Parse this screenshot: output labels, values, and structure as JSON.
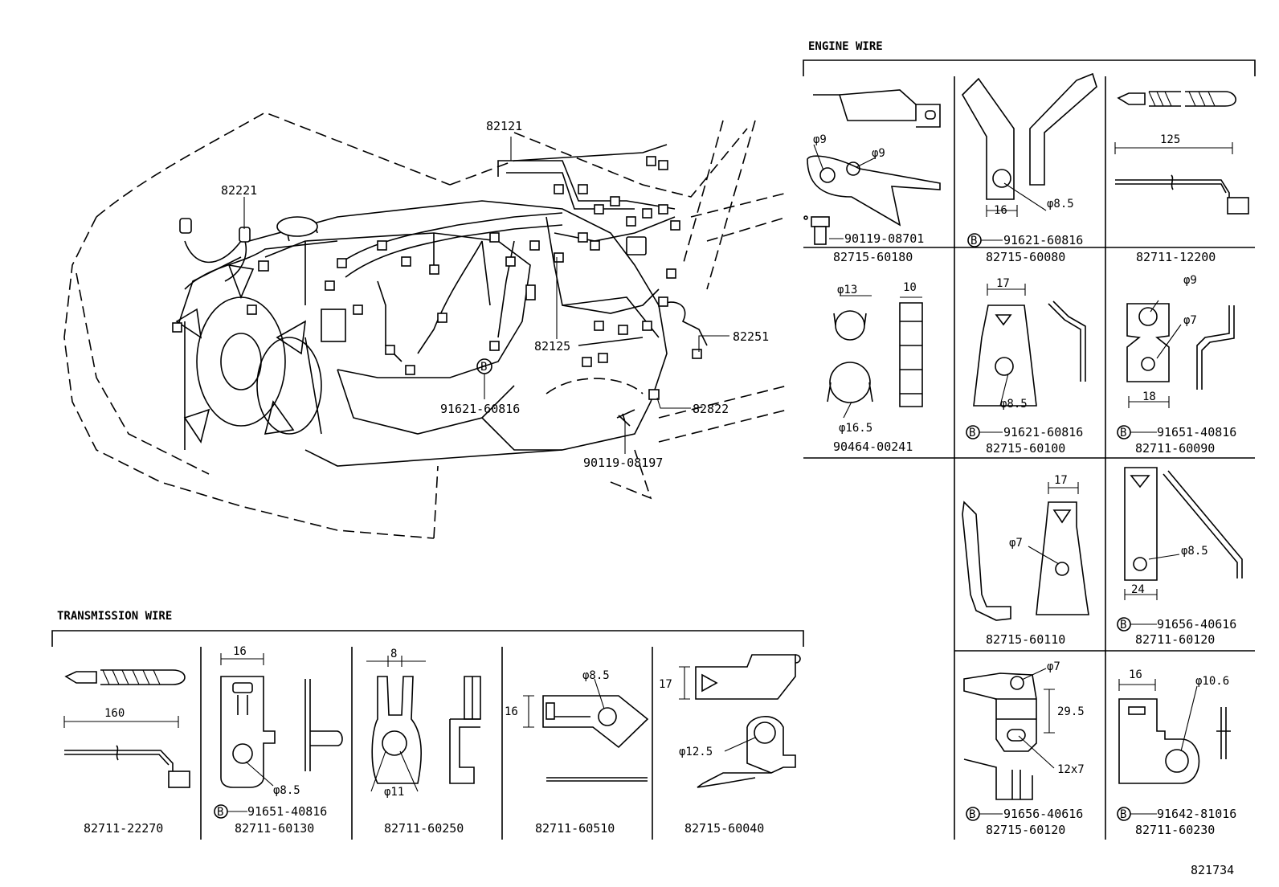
{
  "engine_wire": {
    "title": "ENGINE WIRE",
    "cells": [
      {
        "dims": [
          "φ9",
          "φ9"
        ],
        "bolt": "90119-08701",
        "part": "82715-60180"
      },
      {
        "dims": [
          "16",
          "φ8.5"
        ],
        "bolt": "91621-60816",
        "part": "82715-60080"
      },
      {
        "dims": [
          "125"
        ],
        "part": "82711-12200"
      },
      {
        "dims": [
          "φ13",
          "10",
          "φ16.5"
        ],
        "part": "90464-00241"
      },
      {
        "dims": [
          "17",
          "φ8.5"
        ],
        "bolt": "91621-60816",
        "part": "82715-60100"
      },
      {
        "dims": [
          "φ9",
          "φ7",
          "18"
        ],
        "bolt": "91651-40816",
        "part": "82711-60090"
      },
      {
        "dims": [
          "17",
          "φ7"
        ],
        "part": "82715-60110"
      },
      {
        "dims": [
          "φ8.5",
          "24"
        ],
        "bolt": "91656-40616",
        "part": "82711-60120"
      },
      {
        "dims": [
          "φ7",
          "29.5",
          "12x7"
        ],
        "bolt": "91656-40616",
        "part": "82715-60120"
      },
      {
        "dims": [
          "16",
          "φ10.6"
        ],
        "bolt": "91642-81016",
        "part": "82711-60230"
      }
    ]
  },
  "transmission_wire": {
    "title": "TRANSMISSION WIRE",
    "cells": [
      {
        "dims": [
          "160"
        ],
        "part": "82711-22270"
      },
      {
        "dims": [
          "16",
          "φ8.5"
        ],
        "bolt": "91651-40816",
        "part": "82711-60130"
      },
      {
        "dims": [
          "8",
          "φ11"
        ],
        "part": "82711-60250"
      },
      {
        "dims": [
          "φ8.5",
          "16"
        ],
        "part": "82711-60510"
      },
      {
        "dims": [
          "17",
          "φ12.5"
        ],
        "part": "82715-60040"
      }
    ]
  },
  "main_view": {
    "callouts": [
      "82121",
      "82221",
      "82125",
      "82251",
      "82822",
      "91621-60816",
      "90119-08197"
    ]
  },
  "bolt_marker": "B",
  "figure_number": "821734"
}
